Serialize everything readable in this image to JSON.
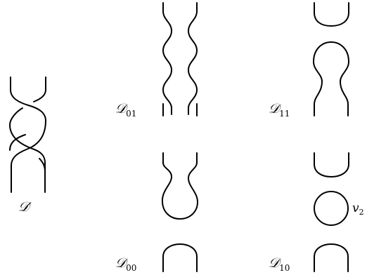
{
  "labels": {
    "d_prime": {
      "main": "𝒟",
      "mark": "′"
    },
    "d01": {
      "main": "𝒟",
      "sub": "01"
    },
    "d11": {
      "main": "𝒟",
      "sub": "11"
    },
    "d00": {
      "main": "𝒟",
      "sub": "00"
    },
    "d10": {
      "main": "𝒟",
      "sub": "10"
    },
    "v2": {
      "main": "v",
      "sub": "2"
    }
  },
  "colors": {
    "stroke": "#000000",
    "background": "#ffffff"
  }
}
